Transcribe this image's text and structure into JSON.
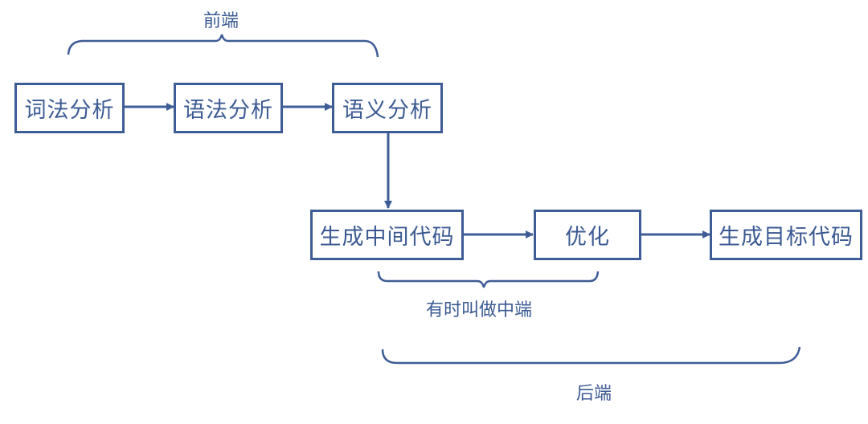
{
  "diagram": {
    "title": "Compiler phases",
    "nodes": [
      {
        "id": "lexical",
        "label": "词法分析"
      },
      {
        "id": "syntax",
        "label": "语法分析"
      },
      {
        "id": "semantic",
        "label": "语义分析"
      },
      {
        "id": "ir",
        "label": "生成中间代码"
      },
      {
        "id": "opt",
        "label": "优化"
      },
      {
        "id": "codegen",
        "label": "生成目标代码"
      }
    ],
    "edges": [
      {
        "from": "lexical",
        "to": "syntax"
      },
      {
        "from": "syntax",
        "to": "semantic"
      },
      {
        "from": "semantic",
        "to": "ir"
      },
      {
        "from": "ir",
        "to": "opt"
      },
      {
        "from": "opt",
        "to": "codegen"
      }
    ],
    "groups": {
      "frontend": {
        "label": "前端",
        "covers": [
          "lexical",
          "syntax",
          "semantic"
        ]
      },
      "middle": {
        "label": "有时叫做中端",
        "covers": [
          "ir",
          "opt"
        ]
      },
      "backend": {
        "label": "后端",
        "covers": [
          "ir",
          "opt",
          "codegen"
        ]
      }
    },
    "colors": {
      "stroke": "#3e5c96",
      "text": "#3b5a93"
    }
  }
}
